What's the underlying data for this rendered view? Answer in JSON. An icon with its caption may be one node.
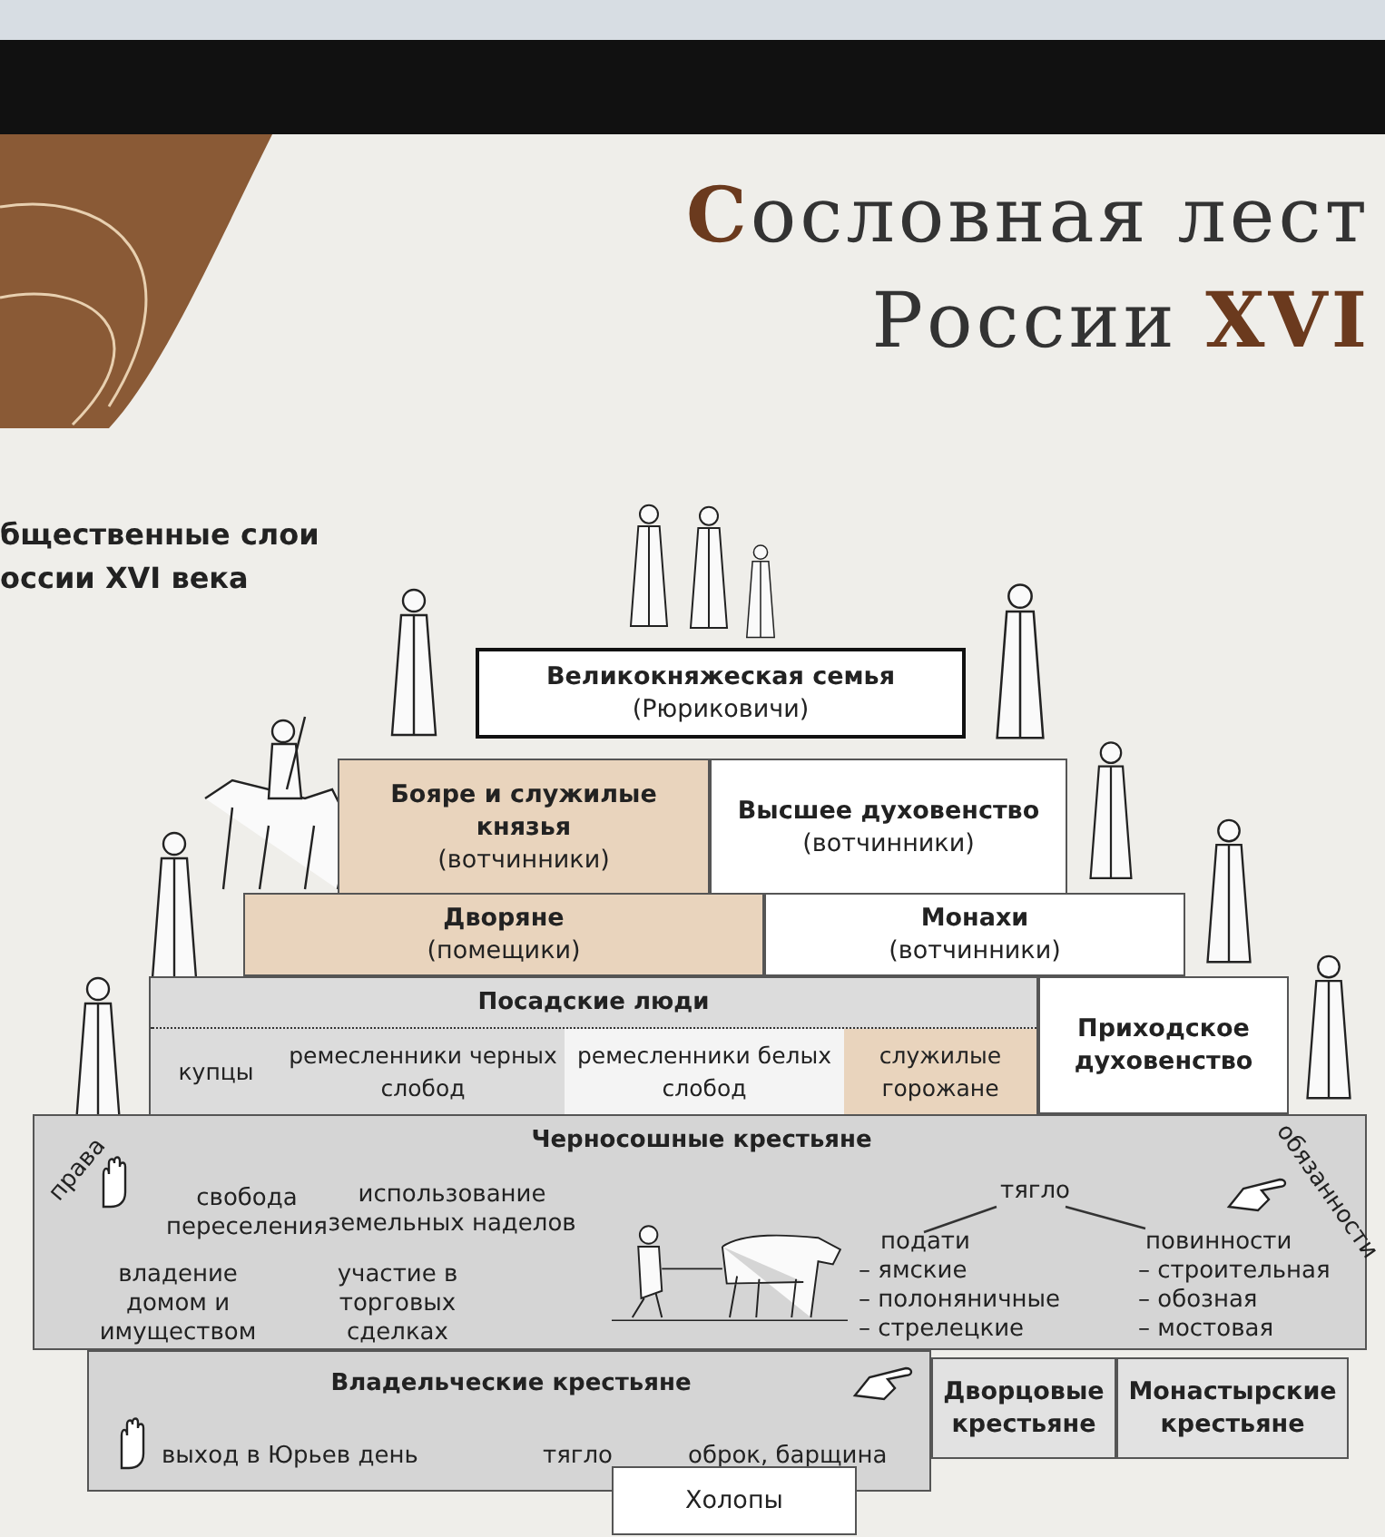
{
  "diagram": {
    "title": "**С**ословная лест России **XVI**",
    "nodes": [
      {
        "text": [
          "Великокняжеская семья",
          "(Рюриковичи)"
        ]
      },
      {
        "text": [
          "Бояре и служилые князья",
          "(вотчинники)"
        ]
      },
      {
        "text": [
          "Высшее духовенство",
          "(вотчинники)"
        ]
      },
      {
        "text": [
          "Дворяне",
          "(помещики)"
        ]
      },
      {
        "text": [
          "Монахи",
          "(вотчинники)"
        ]
      },
      {
        "text": [
          "Посадские люди"
        ]
      },
      {
        "text": [
          "купцы"
        ],
        "in": 5
      },
      {
        "text": [
          "ремесленники черных слобод"
        ],
        "in": 5
      },
      {
        "text": [
          "ремесленники белых слобод"
        ],
        "in": 5
      },
      {
        "text": [
          "служилые горожане"
        ],
        "in": 5
      },
      {
        "text": [
          "Приходское духовенство"
        ]
      },
      {
        "text": [
          "Черносошные крестьяне",
          "права",
          "свобода переселения",
          "использование земельных наделов",
          "владение домом и имуществом",
          "участие в торговых сделках",
          "обязанности",
          "тягло",
          "подати",
          "– ямские",
          "– полоняничные",
          "– стрелецкие",
          "повинности",
          "– строительная",
          "– обозная",
          "– мостовая"
        ]
      },
      {
        "text": [
          "Владельческие крестьяне",
          "выход в Юрьев день",
          "тягло",
          "оброк, барщина"
        ]
      },
      {
        "text": [
          "Дворцовые крестьяне"
        ]
      },
      {
        "text": [
          "Монастырские крестьяне"
        ]
      },
      {
        "text": [
          "Холопы"
        ]
      }
    ],
    "labels": [
      "бщественные слои оссии XVI века"
    ]
  }
}
